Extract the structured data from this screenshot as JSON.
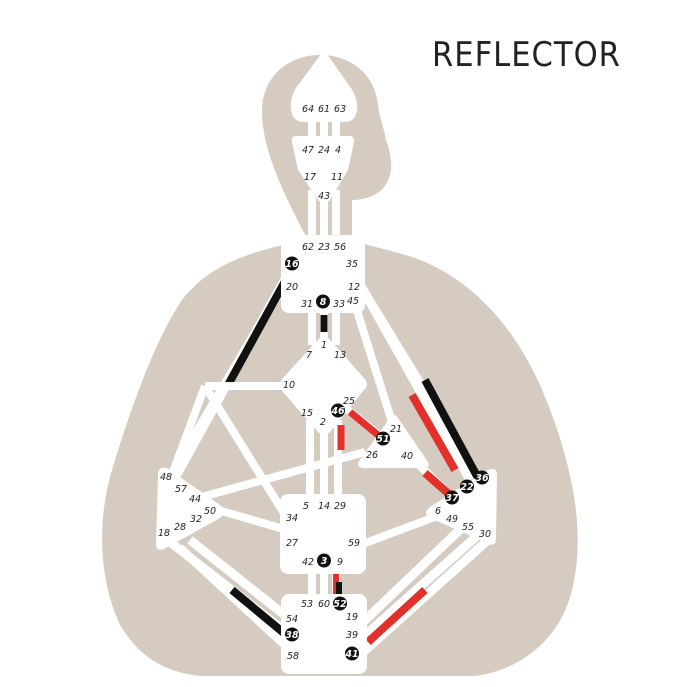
{
  "title": "REFLECTOR",
  "colors": {
    "silhouette": "#d5cbc0",
    "center": "#ffffff",
    "channel": "#ffffff",
    "design": "#e2302a",
    "personality": "#111111",
    "text": "#222222"
  },
  "centers": [
    {
      "name": "head",
      "gates": [
        "64",
        "61",
        "63"
      ]
    },
    {
      "name": "ajna",
      "gates": [
        "47",
        "24",
        "4",
        "17",
        "11",
        "43"
      ]
    },
    {
      "name": "throat",
      "gates": [
        "62",
        "23",
        "56",
        "16",
        "35",
        "20",
        "12",
        "31",
        "8",
        "33",
        "45"
      ]
    },
    {
      "name": "g",
      "gates": [
        "1",
        "7",
        "13",
        "10",
        "25",
        "15",
        "46",
        "2"
      ]
    },
    {
      "name": "heart",
      "gates": [
        "21",
        "51",
        "26",
        "40"
      ]
    },
    {
      "name": "spleen",
      "gates": [
        "48",
        "57",
        "44",
        "50",
        "32",
        "28",
        "18"
      ]
    },
    {
      "name": "sacral",
      "gates": [
        "5",
        "14",
        "29",
        "34",
        "27",
        "59",
        "42",
        "3",
        "9"
      ]
    },
    {
      "name": "solar-plexus",
      "gates": [
        "36",
        "22",
        "37",
        "6",
        "49",
        "55",
        "30"
      ]
    },
    {
      "name": "root",
      "gates": [
        "53",
        "60",
        "52",
        "54",
        "19",
        "38",
        "39",
        "58",
        "41"
      ]
    }
  ],
  "activated_gates": [
    "16",
    "8",
    "46",
    "51",
    "36",
    "22",
    "37",
    "3",
    "52",
    "38",
    "41"
  ]
}
